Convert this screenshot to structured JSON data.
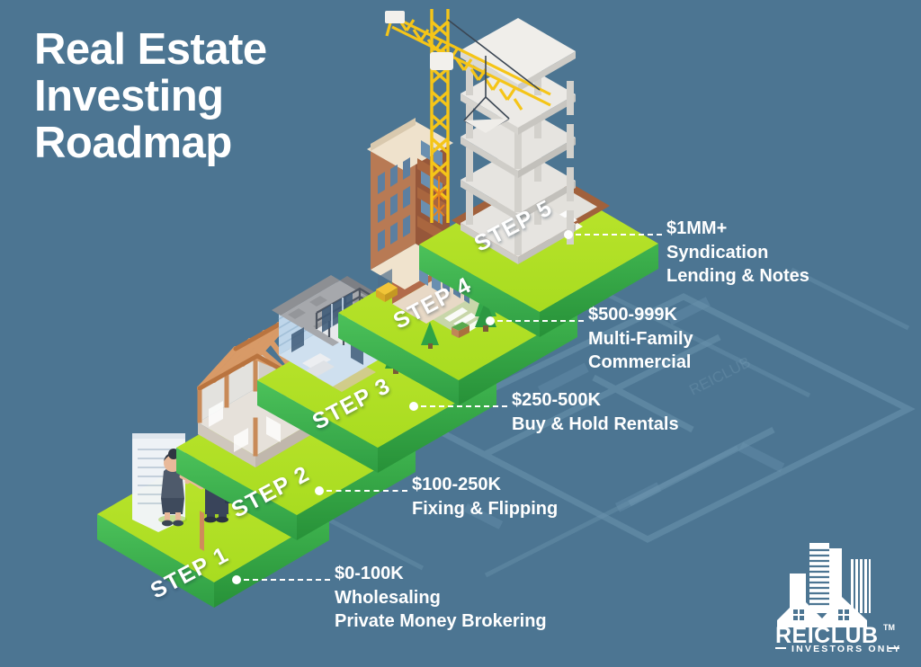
{
  "meta": {
    "background_color": "#4c7592",
    "accent_green_top": "#b5e029",
    "accent_green_side": "#3fb34f",
    "text_color": "#ffffff"
  },
  "title": {
    "line1": "Real Estate",
    "line2": "Investing",
    "line3": "Roadmap"
  },
  "steps": [
    {
      "label": "STEP 1",
      "range": "$0-100K",
      "detail_1": "Wholesaling",
      "detail_2": "Private Money Brokering",
      "scene": "handshake-contract"
    },
    {
      "label": "STEP 2",
      "range": "$100-250K",
      "detail_1": "Fixing & Flipping",
      "detail_2": "",
      "scene": "house-frame-construction"
    },
    {
      "label": "STEP 3",
      "range": "$250-500K",
      "detail_1": "Buy & Hold Rentals",
      "detail_2": "",
      "scene": "finished-single-family-house"
    },
    {
      "label": "STEP 4",
      "range": "$500-999K",
      "detail_1": "Multi-Family",
      "detail_2": "Commercial",
      "scene": "apartment-building"
    },
    {
      "label": "STEP 5",
      "range": "$1MM+",
      "detail_1": "Syndication",
      "detail_2": "Lending & Notes",
      "scene": "highrise-under-construction-with-crane"
    }
  ],
  "logo": {
    "name": "REICLUB",
    "tagline": "INVESTORS ONLY",
    "trademark": "TM"
  }
}
